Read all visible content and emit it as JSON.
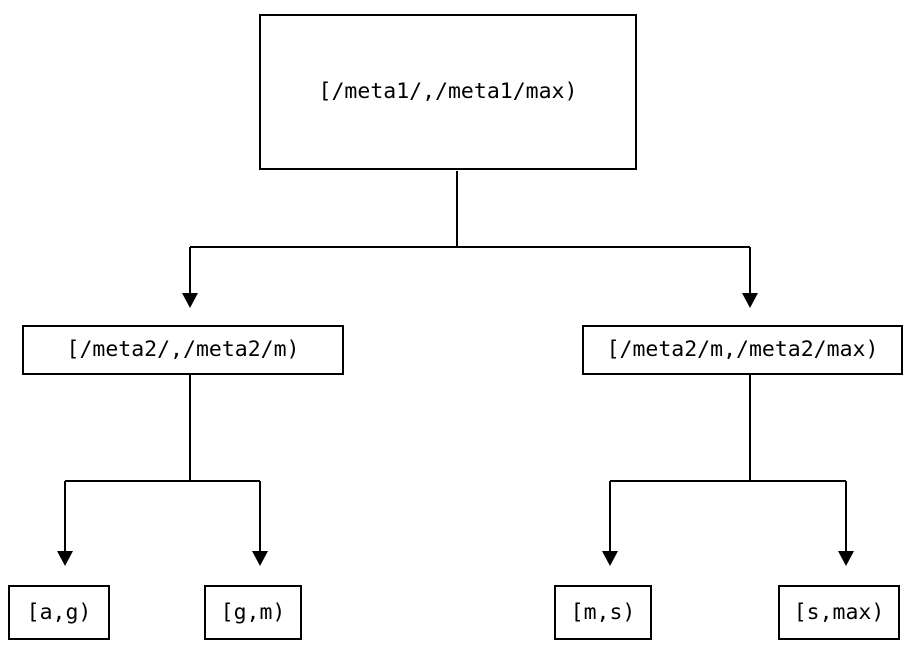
{
  "diagram": {
    "type": "tree",
    "colors": {
      "background": "#ffffff",
      "line": "#000000",
      "text": "#000000"
    },
    "nodes": {
      "root": {
        "label": "[/meta1/,/meta1/max)"
      },
      "meta2_low": {
        "label": "[/meta2/,/meta2/m)"
      },
      "meta2_high": {
        "label": "[/meta2/m,/meta2/max)"
      },
      "leaf_a_g": {
        "label": "[a,g)"
      },
      "leaf_g_m": {
        "label": "[g,m)"
      },
      "leaf_m_s": {
        "label": "[m,s)"
      },
      "leaf_s_max": {
        "label": "[s,max)"
      }
    },
    "edges": [
      {
        "from": "root",
        "to": "meta2_low"
      },
      {
        "from": "root",
        "to": "meta2_high"
      },
      {
        "from": "meta2_low",
        "to": "leaf_a_g"
      },
      {
        "from": "meta2_low",
        "to": "leaf_g_m"
      },
      {
        "from": "meta2_high",
        "to": "leaf_m_s"
      },
      {
        "from": "meta2_high",
        "to": "leaf_s_max"
      }
    ]
  }
}
